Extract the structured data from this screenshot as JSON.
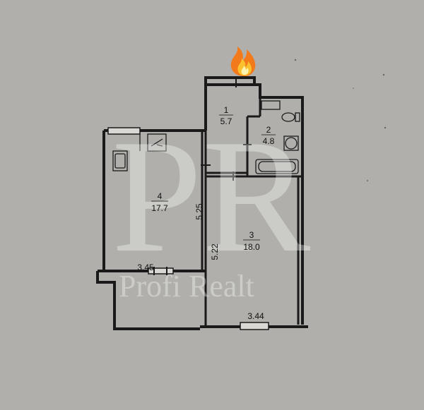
{
  "rooms": [
    {
      "number": "1",
      "area": "5.7"
    },
    {
      "number": "2",
      "area": "4.8"
    },
    {
      "number": "3",
      "area": "18.0"
    },
    {
      "number": "4",
      "area": "17.7"
    }
  ],
  "dimensions": {
    "kitchen_height": "5.25",
    "room3_height": "5.22",
    "kitchen_width": "3.45",
    "room3_width": "3.44"
  },
  "watermark": {
    "logo_letters": "PR",
    "brand": "Profi Realt"
  },
  "decor": {
    "fire_emoji": "🔥"
  },
  "colors": {
    "background": "#a9a8a4",
    "paper": "#b9b8b3",
    "wall": "#1a1a1a",
    "watermark": "#ffffff"
  }
}
